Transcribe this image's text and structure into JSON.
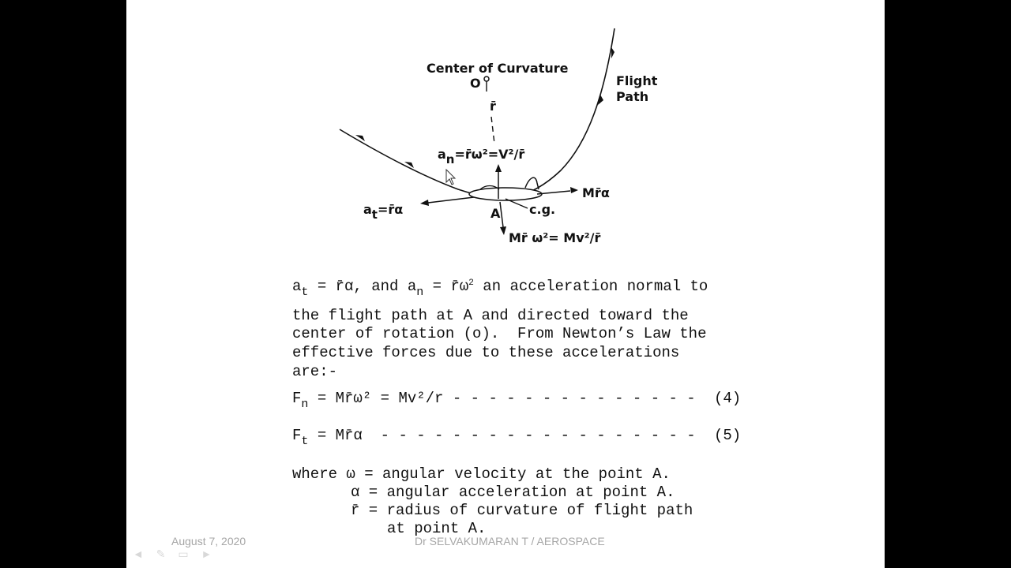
{
  "diagram": {
    "center_label": "Center of Curvature",
    "origin_label": "O",
    "radius_label": "r̄",
    "flight_label_1": "Flight",
    "flight_label_2": "Path",
    "an_label": "a",
    "an_sub": "n",
    "an_rest": "=r̄ω²=V²/r̄",
    "at_label": "a",
    "at_sub": "t",
    "at_rest": "=r̄α",
    "mra_label": "Mr̄α",
    "point_label": "A",
    "cg_label": "c.g.",
    "mrw_label": "Mr̄ ω²= Mv²/r̄"
  },
  "text": {
    "line1_a": "a",
    "line1_t": "t",
    "line1_b": " = r̄α, and a",
    "line1_n": "n",
    "line1_c": " = r̄ω",
    "line1_sq": "2",
    "line1_d": " an acceleration normal to",
    "line2": "the flight path at A and directed toward the",
    "line3": "center of rotation (o).  From Newton’s Law the",
    "line4": "effective forces due to these accelerations",
    "line5": "are:-"
  },
  "equations": {
    "fn_F": "F",
    "fn_sub": "n",
    "fn_body": " = Mr̄ω² = Mv²/r - - - - - - - - - - - - - -",
    "fn_num": "(4)",
    "ft_F": "F",
    "ft_sub": "t",
    "ft_body": " = Mr̄α  - - - - - - - - - - - - - - - - - -",
    "ft_num": "(5)"
  },
  "definitions": {
    "w_line": "where ω = angular velocity at the point A.",
    "a_line": "α = angular acceleration at point A.",
    "r_line1": "r̄ = radius of curvature of flight path",
    "r_line2": "at point A."
  },
  "footer": {
    "date": "August 7, 2020",
    "author": "Dr SELVAKUMARAN T / AEROSPACE"
  }
}
